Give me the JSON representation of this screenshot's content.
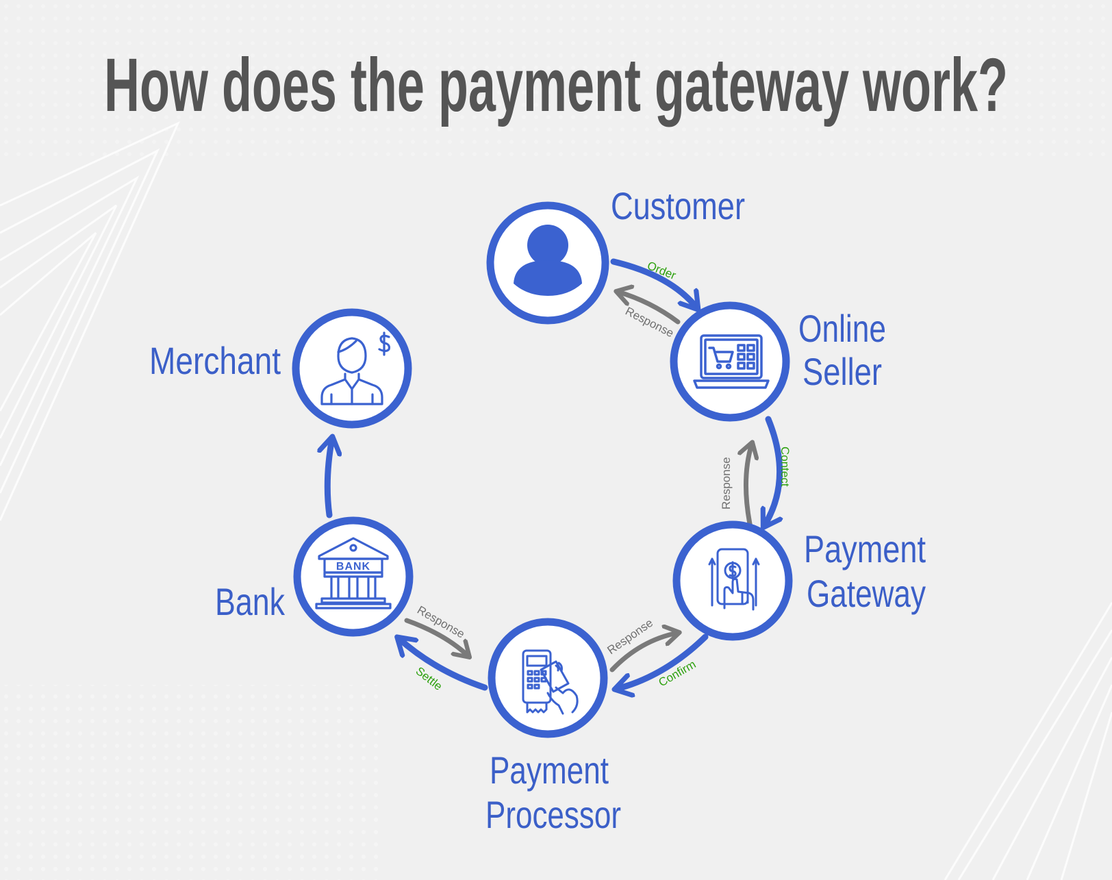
{
  "title": "How does the payment gateway work?",
  "colors": {
    "background": "#f0f0f0",
    "title": "#555555",
    "accent_blue": "#3b62d0",
    "label_blue": "#3b5fc8",
    "edge_green": "#2ea10f",
    "edge_gray": "#7a7a7a",
    "node_fill": "#ffffff"
  },
  "nodes": {
    "customer": {
      "label_lines": [
        "Customer"
      ],
      "icon": "user-icon"
    },
    "online_seller": {
      "label_lines": [
        "Online",
        "Seller"
      ],
      "icon": "laptop-cart-icon"
    },
    "payment_gateway": {
      "label_lines": [
        "Payment",
        "Gateway"
      ],
      "icon": "phone-dollar-icon"
    },
    "payment_processor": {
      "label_lines": [
        "Payment",
        "Processor"
      ],
      "icon": "card-terminal-icon"
    },
    "bank": {
      "label_lines": [
        "Bank"
      ],
      "icon": "bank-icon"
    },
    "merchant": {
      "label_lines": [
        "Merchant"
      ],
      "icon": "merchant-icon"
    }
  },
  "bank_icon_text": "BANK",
  "edges": {
    "order": "Order",
    "response_customer": "Response",
    "contect": "Contect",
    "response_seller": "Response",
    "confirm": "Confirm",
    "response_gateway": "Response",
    "settle": "Settle",
    "response_bank": "Response"
  }
}
